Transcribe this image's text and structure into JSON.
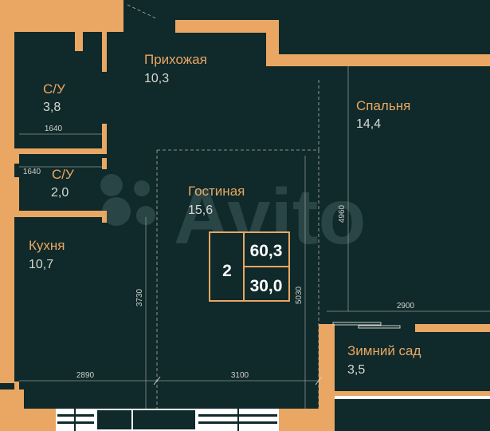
{
  "colors": {
    "background": "#10292a",
    "walls": "#e9a763",
    "room_name": "#e9a763",
    "room_area": "#d8d8d2",
    "windows": "#ffffff"
  },
  "rooms": {
    "hallway": {
      "name": "Прихожая",
      "area": "10,3"
    },
    "bathroom1": {
      "name": "С/У",
      "area": "3,8"
    },
    "bathroom2": {
      "name": "С/У",
      "area": "2,0"
    },
    "kitchen": {
      "name": "Кухня",
      "area": "10,7"
    },
    "living": {
      "name": "Гостиная",
      "area": "15,6"
    },
    "bedroom": {
      "name": "Спальня",
      "area": "14,4"
    },
    "winter_garden": {
      "name": "Зимний сад",
      "area": "3,5"
    }
  },
  "badge": {
    "rooms_count": "2",
    "total_area": "60,3",
    "living_area": "30,0"
  },
  "dimensions": {
    "bath1_width": "1640",
    "bath2_width": "1640",
    "kitchen_width": "2890",
    "living_width": "3100",
    "bedroom_width": "2900",
    "kitchen_height": "3730",
    "living_height": "5030",
    "bedroom_height": "4960"
  },
  "watermark": "Avito"
}
